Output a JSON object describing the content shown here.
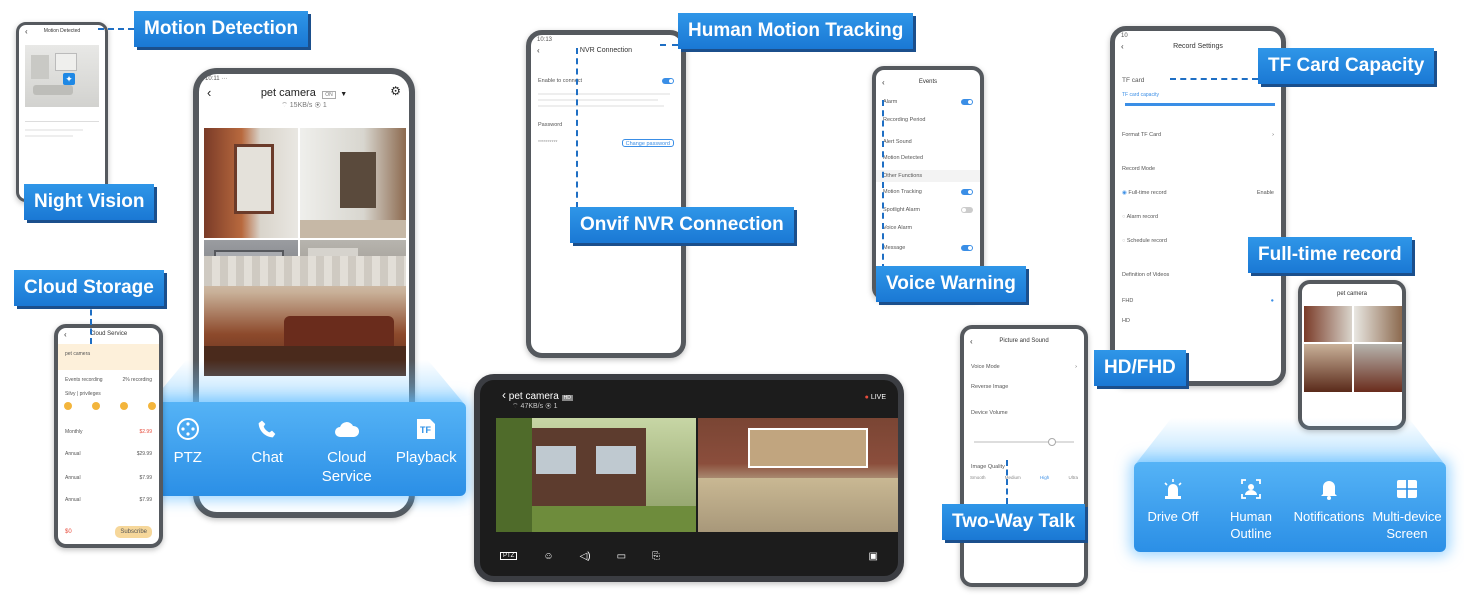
{
  "labels": {
    "motion_detection": "Motion Detection",
    "night_vision": "Night Vision",
    "cloud_storage": "Cloud Storage",
    "human_motion_tracking": "Human Motion Tracking",
    "onvif_nvr_connection": "Onvif NVR Connection",
    "voice_warning": "Voice Warning",
    "tf_card_capacity": "TF Card Capacity",
    "full_time_record": "Full-time record",
    "hd_fhd": "HD/FHD",
    "two_way_talk": "Two-Way Talk"
  },
  "motion_phone": {
    "title": "Motion Detected"
  },
  "main_phone": {
    "time": "10:11",
    "camera_name": "pet camera",
    "tag": "ON",
    "speed": "15KB/s",
    "viewers": "1"
  },
  "controls_panel": {
    "items": [
      {
        "label": "PTZ",
        "icon": "ptz-icon"
      },
      {
        "label": "Chat",
        "icon": "phone-icon"
      },
      {
        "label": "Cloud Service",
        "icon": "cloud-icon"
      },
      {
        "label": "Playback",
        "icon": "tf-card-icon"
      }
    ]
  },
  "cloud_phone": {
    "title": "Cloud Service",
    "camera": "pet camera",
    "events": "Events recording",
    "days": "2% recording",
    "privileges": "Silvy | privileges",
    "plans": [
      {
        "name": "Monthly",
        "price": "$2.99"
      },
      {
        "name": "Annual",
        "price": "$29.99"
      },
      {
        "name": "Annual",
        "price": "$7.99"
      },
      {
        "name": "Annual",
        "price": "$7.99"
      }
    ],
    "total": "$0",
    "subscribe": "Subscribe"
  },
  "nvr_phone": {
    "time": "10:13",
    "title": "NVR Connection",
    "enable": "Enable to connect",
    "password": "Password",
    "change": "Change password"
  },
  "landscape": {
    "camera_name": "pet camera",
    "tag": "HD",
    "speed": "47KB/s",
    "viewers": "1",
    "live": "LIVE"
  },
  "events_phone": {
    "title": "Events",
    "rows": [
      "Alarm",
      "Recording Period",
      "Alert Sound",
      "Motion Detected",
      "Other Functions",
      "Motion Tracking",
      "Spotlight Alarm",
      "Voice Alarm",
      "Message"
    ]
  },
  "sound_phone": {
    "title": "Picture and Sound",
    "rows": [
      "Voice Mode",
      "Reverse Image",
      "Device Volume",
      "Image Quality"
    ],
    "quality": [
      "Smooth",
      "Medium",
      "High",
      "Ultra"
    ]
  },
  "record_phone": {
    "time": "10",
    "title": "Record Settings",
    "tf_card": "TF card",
    "tf_capacity": "TF card capacity",
    "format": "Format TF Card",
    "record_mode": "Record Mode",
    "full_time": "Full-time record",
    "enable": "Enable",
    "alarm": "Alarm record",
    "schedule": "Schedule record",
    "definition": "Definition of Videos",
    "fhd": "FHD",
    "hd": "HD"
  },
  "multi_phone": {
    "camera_name": "pet camera"
  },
  "drive_panel": {
    "items": [
      {
        "label": "Drive Off",
        "icon": "siren-icon"
      },
      {
        "label": "Human Outline",
        "icon": "human-outline-icon"
      },
      {
        "label": "Notifications",
        "icon": "bell-icon"
      },
      {
        "label": "Multi-device Screen",
        "icon": "multi-screen-icon"
      }
    ]
  }
}
